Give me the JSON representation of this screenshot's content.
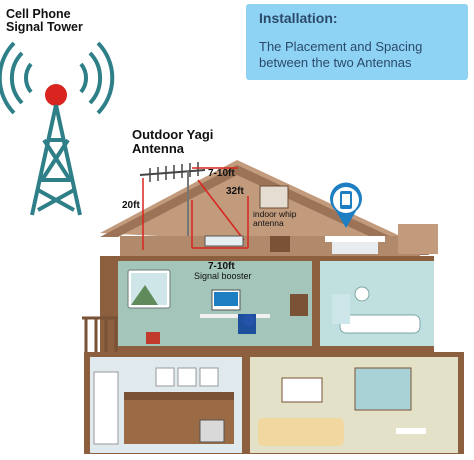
{
  "tower": {
    "label_line1": "Cell Phone",
    "label_line2": "Signal Tower"
  },
  "yagi": {
    "label_line1": "Outdoor Yagi",
    "label_line2": "Antenna"
  },
  "dimensions": {
    "height": "20ft",
    "horizontal_top": "7-10ft",
    "diagonal": "32ft",
    "vertical_booster": "7-10ft"
  },
  "indoor_antenna": {
    "label_line1": "indoor whip",
    "label_line2": "antenna"
  },
  "booster": {
    "label": "Signal booster"
  },
  "installation": {
    "title": "Installation:",
    "description": "The Placement and Spacing between the two Antennas"
  },
  "colors": {
    "roof": "#c29a7c",
    "roof_dark": "#9c7356",
    "wall_top": "#a4c5b9",
    "wall_room": "#d8e7e5",
    "kitchen_wall": "#dfe9ee",
    "living_wall": "#e3e2c8",
    "floor_brown": "#8c5f3f",
    "accent_red": "#d9241f",
    "info_box": "#8fd3f4",
    "tower_teal": "#2f7f88"
  }
}
